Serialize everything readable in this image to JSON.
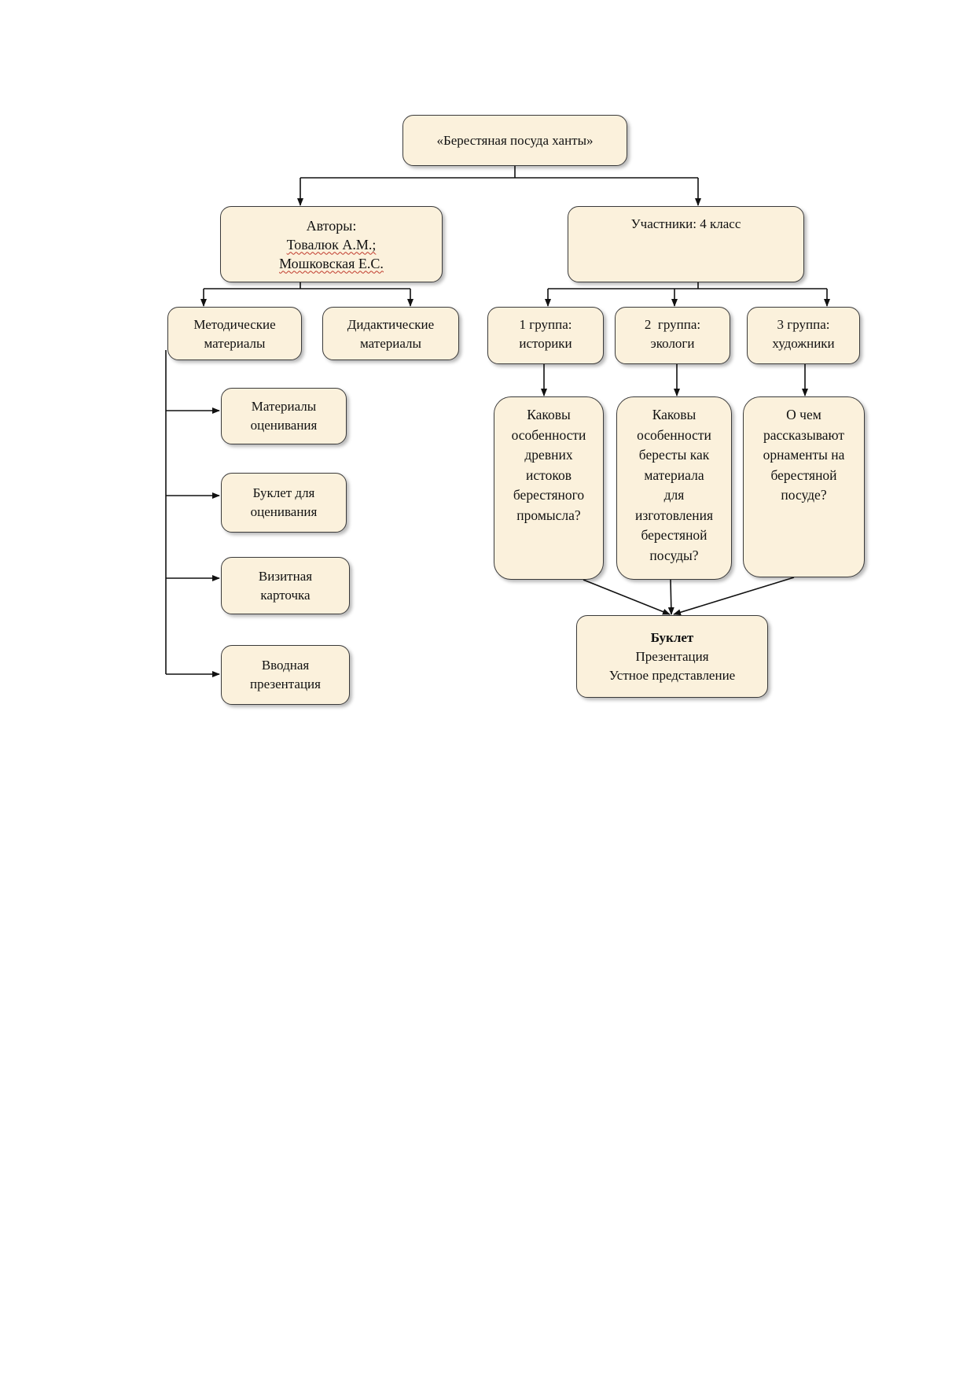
{
  "colors": {
    "box_fill": "#fbf1dc",
    "box_border": "#3a3a3a",
    "connector": "#111111",
    "spell_underline": "#c0392b"
  },
  "diagram": {
    "title": "«Берестяная посуда ханты»",
    "authors": {
      "heading": "Авторы:",
      "lines": [
        "Товалюк А.М.;",
        "Мошковская Е.С."
      ]
    },
    "participants": "Участники: 4 класс",
    "materials": {
      "methodical": [
        "Методические",
        "материалы"
      ],
      "didactic": [
        "Дидактические",
        "материалы"
      ],
      "items": [
        [
          "Материалы",
          "оценивания"
        ],
        [
          "Буклет для",
          "оценивания"
        ],
        [
          "Визитная",
          "карточка"
        ],
        [
          "Вводная",
          "презентация"
        ]
      ]
    },
    "groups": [
      {
        "label": [
          "1 группа:",
          "историки"
        ],
        "question": [
          "Каковы",
          "особенности",
          "древних",
          "истоков",
          "берестяного",
          "промысла?"
        ]
      },
      {
        "label": [
          "2  группа:",
          "экологи"
        ],
        "question": [
          "Каковы",
          "особенности",
          "бересты как",
          "материала",
          "для",
          "изготовления",
          "берестяной",
          "посуды?"
        ]
      },
      {
        "label": [
          "3 группа:",
          "художники"
        ],
        "question": [
          "О чем",
          "рассказывают",
          "орнаменты на",
          "берестяной",
          "посуде?"
        ]
      }
    ],
    "outcome": [
      "Буклет",
      "Презентация",
      "Устное представление"
    ]
  }
}
